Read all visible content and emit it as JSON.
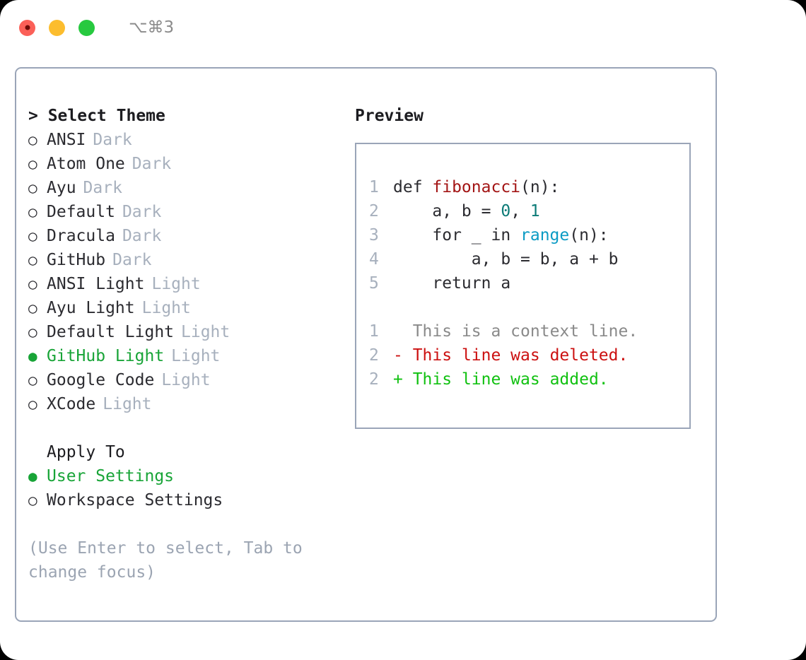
{
  "titlebar": {
    "lights": [
      {
        "name": "close",
        "color": "#fb6058",
        "recording": true
      },
      {
        "name": "minimize",
        "color": "#fcbd2e",
        "recording": false
      },
      {
        "name": "maximize",
        "color": "#27c93f",
        "recording": false
      }
    ],
    "shortcut": "⌥⌘3"
  },
  "theme_picker": {
    "header": "> Select Theme",
    "marker_selected": "●",
    "marker_unselected": "○",
    "options": [
      {
        "label": "ANSI",
        "suffix": "Dark",
        "selected": false
      },
      {
        "label": "Atom One",
        "suffix": "Dark",
        "selected": false
      },
      {
        "label": "Ayu",
        "suffix": "Dark",
        "selected": false
      },
      {
        "label": "Default",
        "suffix": "Dark",
        "selected": false
      },
      {
        "label": "Dracula",
        "suffix": "Dark",
        "selected": false
      },
      {
        "label": "GitHub",
        "suffix": "Dark",
        "selected": false
      },
      {
        "label": "ANSI Light",
        "suffix": "Light",
        "selected": false
      },
      {
        "label": "Ayu Light",
        "suffix": "Light",
        "selected": false
      },
      {
        "label": "Default Light",
        "suffix": "Light",
        "selected": false
      },
      {
        "label": "GitHub Light",
        "suffix": "Light",
        "selected": true
      },
      {
        "label": "Google Code",
        "suffix": "Light",
        "selected": false
      },
      {
        "label": "XCode",
        "suffix": "Light",
        "selected": false
      }
    ]
  },
  "apply_to": {
    "header": "Apply To",
    "options": [
      {
        "label": "User Settings",
        "selected": true
      },
      {
        "label": "Workspace Settings",
        "selected": false
      }
    ]
  },
  "hint": "(Use Enter to select, Tab to change focus)",
  "preview": {
    "title": "Preview",
    "code_lines": [
      {
        "number": "1",
        "tokens": [
          {
            "text": "def ",
            "kind": "plain"
          },
          {
            "text": "fibonacci",
            "kind": "fn"
          },
          {
            "text": "(n):",
            "kind": "plain"
          }
        ]
      },
      {
        "number": "2",
        "tokens": [
          {
            "text": "    a, b = ",
            "kind": "plain"
          },
          {
            "text": "0",
            "kind": "num"
          },
          {
            "text": ", ",
            "kind": "plain"
          },
          {
            "text": "1",
            "kind": "num"
          }
        ]
      },
      {
        "number": "3",
        "tokens": [
          {
            "text": "    for _ in ",
            "kind": "plain"
          },
          {
            "text": "range",
            "kind": "builtin"
          },
          {
            "text": "(n):",
            "kind": "plain"
          }
        ]
      },
      {
        "number": "4",
        "tokens": [
          {
            "text": "        a, b = b, a + b",
            "kind": "plain"
          }
        ]
      },
      {
        "number": "5",
        "tokens": [
          {
            "text": "    return a",
            "kind": "plain"
          }
        ]
      }
    ],
    "diff_lines": [
      {
        "number": "1",
        "marker": " ",
        "text": "This is a context line.",
        "kind": "ctx"
      },
      {
        "number": "2",
        "marker": "-",
        "text": "This line was deleted.",
        "kind": "del"
      },
      {
        "number": "2",
        "marker": "+",
        "text": "This line was added.",
        "kind": "add"
      }
    ]
  },
  "colors": {
    "selection_green": "#18a437",
    "diff_deleted": "#cc1111",
    "diff_added": "#11c111",
    "muted": "#a7b0bd",
    "border": "#9aa5b8",
    "function_red": "#a31515",
    "number_teal": "#0c7b77",
    "builtin_blue": "#0b9bc4"
  }
}
